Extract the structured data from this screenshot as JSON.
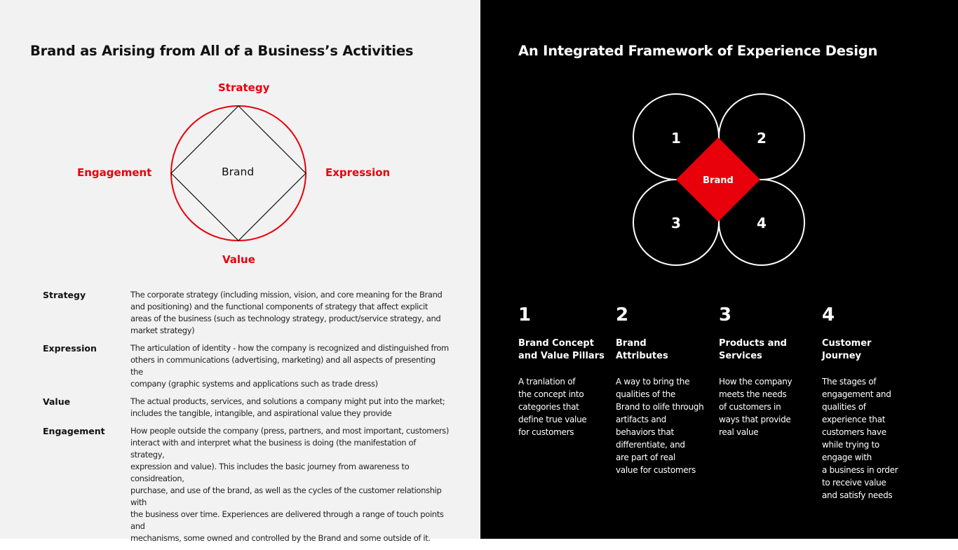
{
  "left": {
    "title": "Brand as Arising from All of a Business’s Activities",
    "diagram": {
      "top": "Strategy",
      "left": "Engagement",
      "right": "Expression",
      "bottom": "Value",
      "center": "Brand"
    },
    "definitions": [
      {
        "term": "Strategy",
        "lines": [
          "The corporate strategy (including mission, vision, and core meaning for the Brand",
          "and positioning) and the functional components of strategy that affect explicit",
          "areas of the business (such as technology strategy, product/service strategy, and",
          "market strategy)"
        ]
      },
      {
        "term": "Expression",
        "lines": [
          "The articulation of identity - how the company is recognized and distinguished from",
          "others in communications (advertising, marketing) and all aspects of presenting the",
          "company (graphic systems and applications such as trade dress)"
        ]
      },
      {
        "term": "Value",
        "lines": [
          "The actual products, services, and solutions a company might put into the market;",
          "includes the tangible, intangible, and aspirational value they provide"
        ]
      },
      {
        "term": "Engagement",
        "lines": [
          "How people outside the company (press, partners, and most important, customers)",
          "interact with and interpret what the business is doing (the manifestation of strategy,",
          "expression and value). This includes the basic journey from awareness to considreation,",
          "purchase, and use of the brand, as well as the cycles of the customer relationship with",
          "the business over time. Experiences are delivered through a range of touch points and",
          "mechanisms, some owned and controlled by the Brand and some outside of it."
        ]
      }
    ]
  },
  "right": {
    "title": "An Integrated Framework of Experience Design",
    "diagram": {
      "center": "Brand",
      "circles": [
        "1",
        "2",
        "3",
        "4"
      ]
    },
    "columns": [
      {
        "num": "1",
        "head": [
          "Brand Concept",
          "and Value Pillars"
        ],
        "body": [
          "A tranlation of",
          "the concept into",
          "categories that",
          "define true value",
          "for customers"
        ]
      },
      {
        "num": "2",
        "head": [
          "Brand",
          "Attributes"
        ],
        "body": [
          "A way to bring the",
          "qualities of the",
          "Brand to olife through",
          "artifacts and",
          "behaviors that",
          "differentiate, and",
          "are part of real",
          "value for customers"
        ]
      },
      {
        "num": "3",
        "head": [
          "Products and",
          "Services"
        ],
        "body": [
          "How the company",
          "meets the needs",
          "of customers in",
          "ways that provide",
          "real value"
        ]
      },
      {
        "num": "4",
        "head": [
          "Customer",
          "Journey"
        ],
        "body": [
          "The stages of",
          "engagement and",
          "qualities of",
          "experience that",
          "customers have",
          "while trying to",
          "engage with",
          "a business in order",
          "to receive value",
          "and satisfy needs"
        ]
      }
    ]
  },
  "colors": {
    "accent": "#e8000b",
    "left_bg": "#f2f2f2",
    "right_bg": "#000000"
  }
}
